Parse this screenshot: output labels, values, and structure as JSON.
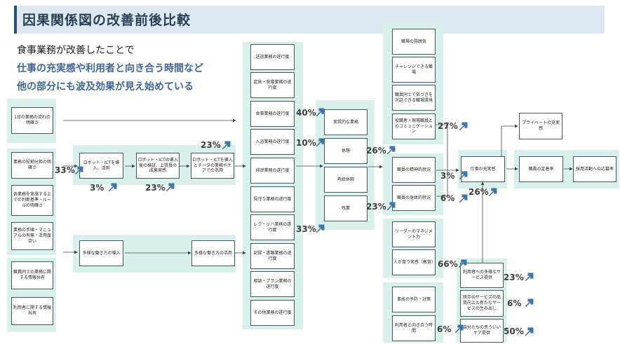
{
  "header": {
    "title": "因果関係図の改善前後比較"
  },
  "intro": {
    "line1": "食事業務が改善したことで",
    "line2": "仕事の充実感や利用者と向き合う時間など",
    "line3": "他の部分にも波及効果が見え始めている"
  },
  "nodes": {
    "flow_understanding": "1日の業務の流れの明確さ",
    "role_clarity": "業務の役割分担の明確さ",
    "criteria_clarity": "各業務を実施する上での判断基準・ルールの明確さ",
    "manual": "業務の手順・マニュアルの有無・活用度合い",
    "info_sharing": "職員同士の業務に関する情報共有",
    "user_info_sharing": "利用者に関する情報共有",
    "robot_intro": "ロボット・ICTを導入、活用",
    "robot_review": "ロボット・ICTの導入後の検証、上質員の成果実感",
    "robot_data": "ロボット・ICTを導入とデータの業務やケアでの活用",
    "diverse_intro": "多様な働き方の導入",
    "diverse_use": "多様な働き方の活用",
    "send_progress": "送迎業務の遂行度",
    "wake_progress": "起床・就寝業務の遂行度",
    "meal_progress": "食事業務の遂行度",
    "bath_progress": "入浴業務の遂行度",
    "excretion_progress": "排泄業務の遂行度",
    "watch_progress": "見守り業務の遂行度",
    "rec_progress": "レク・リハ業務の遂行度",
    "record_progress": "記録・書類業務の遂行度",
    "consult_progress": "相談・プラン業務の遂行度",
    "other_progress": "その他業務の遂行度",
    "substantive": "実質的な業務",
    "break": "休憩",
    "paid_leave": "有給休暇",
    "overtime": "残業",
    "atmosphere": "職場の雰囲気",
    "challenge": "チャレンジできる職場",
    "mutual_care": "職員同士で気づきを対話できる職場環境",
    "communication": "役職者・現場職員とのコミュニケーション",
    "mental": "職員の精神的状況",
    "physical": "職員の身体的状況",
    "leader": "リーダーのマネジメント力",
    "education": "人が育つ実感（教育）",
    "accident": "事故の予防・対策",
    "user_time": "利用者と向き合う時間",
    "fulfillment": "仕事の充実感",
    "private": "プライベートの充実感",
    "retention": "職員の定着率",
    "recruit": "採用活動への応募率",
    "diverse_service": "利用者への多様なサービス提供",
    "service_quality": "既存のサービスの品質向上と新たなサービスの生み出し",
    "desired_care": "自分たちの思ういいケア提供"
  },
  "changes": {
    "meal": "40%",
    "bath": "10%",
    "record": "33%",
    "robot_data": "23%",
    "role": "33%",
    "robot_intro": "3%",
    "robot_review": "23%",
    "break": "26%",
    "overtime": "23%",
    "communication": "27%",
    "mental": "3%",
    "physical": "6%",
    "fulfillment": "26%",
    "education": "66%",
    "user_time": "6%",
    "diverse_service": "23%",
    "service_quality": "6%",
    "desired_care": "50%"
  },
  "colors": {
    "panel": "#d9f1ec",
    "arrow": "#3f74a8",
    "title_bg": "#dde8f2",
    "accent_text": "#3f6796"
  }
}
